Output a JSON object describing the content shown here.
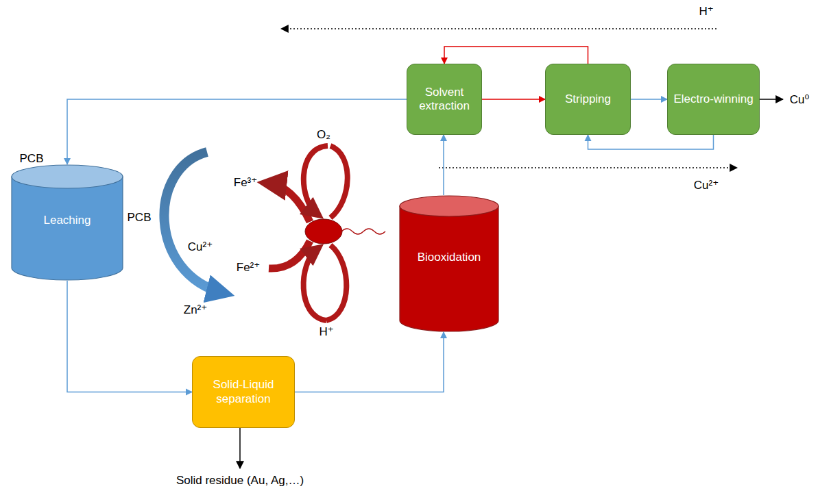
{
  "diagram": {
    "nodes": [
      {
        "text": [
          "Solvent extraction"
        ]
      },
      {
        "text": [
          "Stripping"
        ]
      },
      {
        "text": [
          "Electro-winning"
        ]
      },
      {
        "text": [
          "Leaching"
        ]
      },
      {
        "text": [
          "Biooxidation"
        ]
      },
      {
        "text": [
          "Solid-Liquid separation"
        ]
      }
    ],
    "edges": [
      {
        "from": 0,
        "to": 3,
        "arrow": "to"
      },
      {
        "from": 0,
        "to": 1,
        "arrow": "to"
      },
      {
        "from": 1,
        "to": 0,
        "arrow": "to"
      },
      {
        "from": 1,
        "to": 2,
        "arrow": "to"
      },
      {
        "from": 2,
        "to": 1,
        "arrow": "to"
      },
      {
        "from": 3,
        "to": 5,
        "arrow": "to"
      },
      {
        "from": 5,
        "to": 4,
        "arrow": "to"
      },
      {
        "from": 4,
        "to": 0,
        "arrow": "to"
      }
    ],
    "labels": [
      "H⁺",
      "Cu²⁺",
      "Cu⁰",
      "PCB",
      "PCB",
      "Fe³⁺",
      "Fe²⁺",
      "Cu²⁺",
      "Zn²⁺",
      "O₂",
      "H⁺",
      "Solid residue (Au, Ag,…)"
    ]
  }
}
